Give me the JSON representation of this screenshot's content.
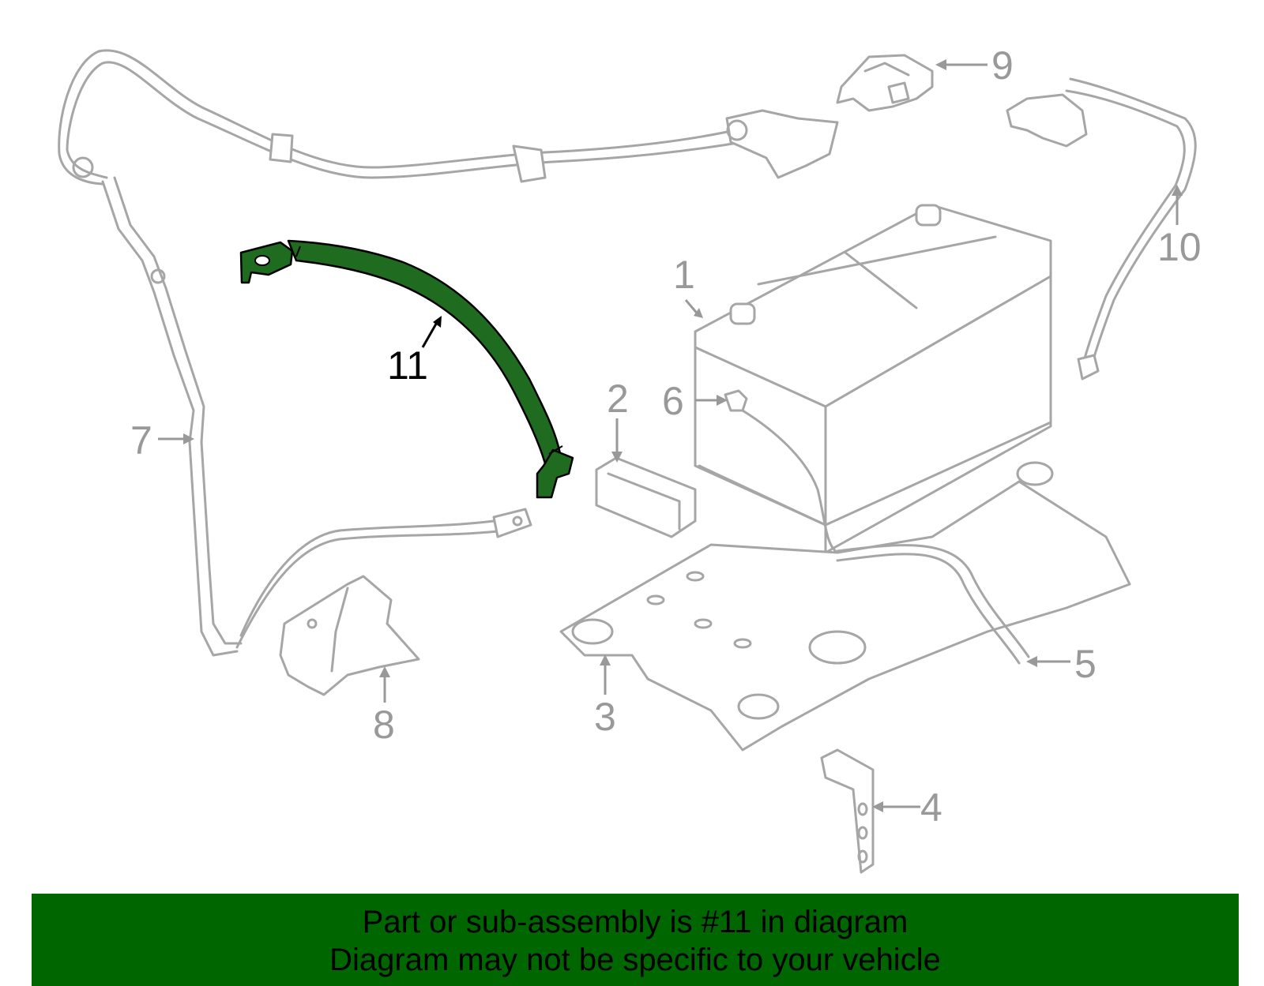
{
  "callouts": [
    {
      "id": "1",
      "label": "1"
    },
    {
      "id": "2",
      "label": "2"
    },
    {
      "id": "3",
      "label": "3"
    },
    {
      "id": "4",
      "label": "4"
    },
    {
      "id": "5",
      "label": "5"
    },
    {
      "id": "6",
      "label": "6"
    },
    {
      "id": "7",
      "label": "7"
    },
    {
      "id": "8",
      "label": "8"
    },
    {
      "id": "9",
      "label": "9"
    },
    {
      "id": "10",
      "label": "10"
    },
    {
      "id": "11",
      "label": "11"
    }
  ],
  "highlighted_part": "11",
  "colors": {
    "highlight_fill": "#1f6b1f",
    "banner_background": "#006600",
    "part_outline": "#a6a6a6",
    "callout_text": "#999999"
  },
  "banner": {
    "line1": "Part or sub-assembly is #11 in diagram",
    "line2": "Diagram may not be specific to your vehicle"
  }
}
